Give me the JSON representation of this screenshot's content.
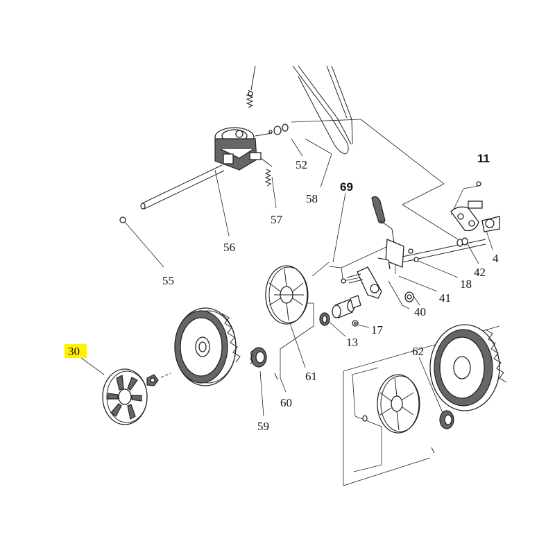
{
  "highlight_color": "#fff200",
  "callouts": {
    "c11": "11",
    "c69": "69",
    "c52": "52",
    "c58": "58",
    "c57": "57",
    "c56": "56",
    "c55": "55",
    "c42": "42",
    "c4": "4",
    "c18": "18",
    "c41": "41",
    "c40": "40",
    "c17": "17",
    "c13": "13",
    "c61": "61",
    "c60": "60",
    "c59": "59",
    "c62": "62",
    "c30": "30"
  }
}
